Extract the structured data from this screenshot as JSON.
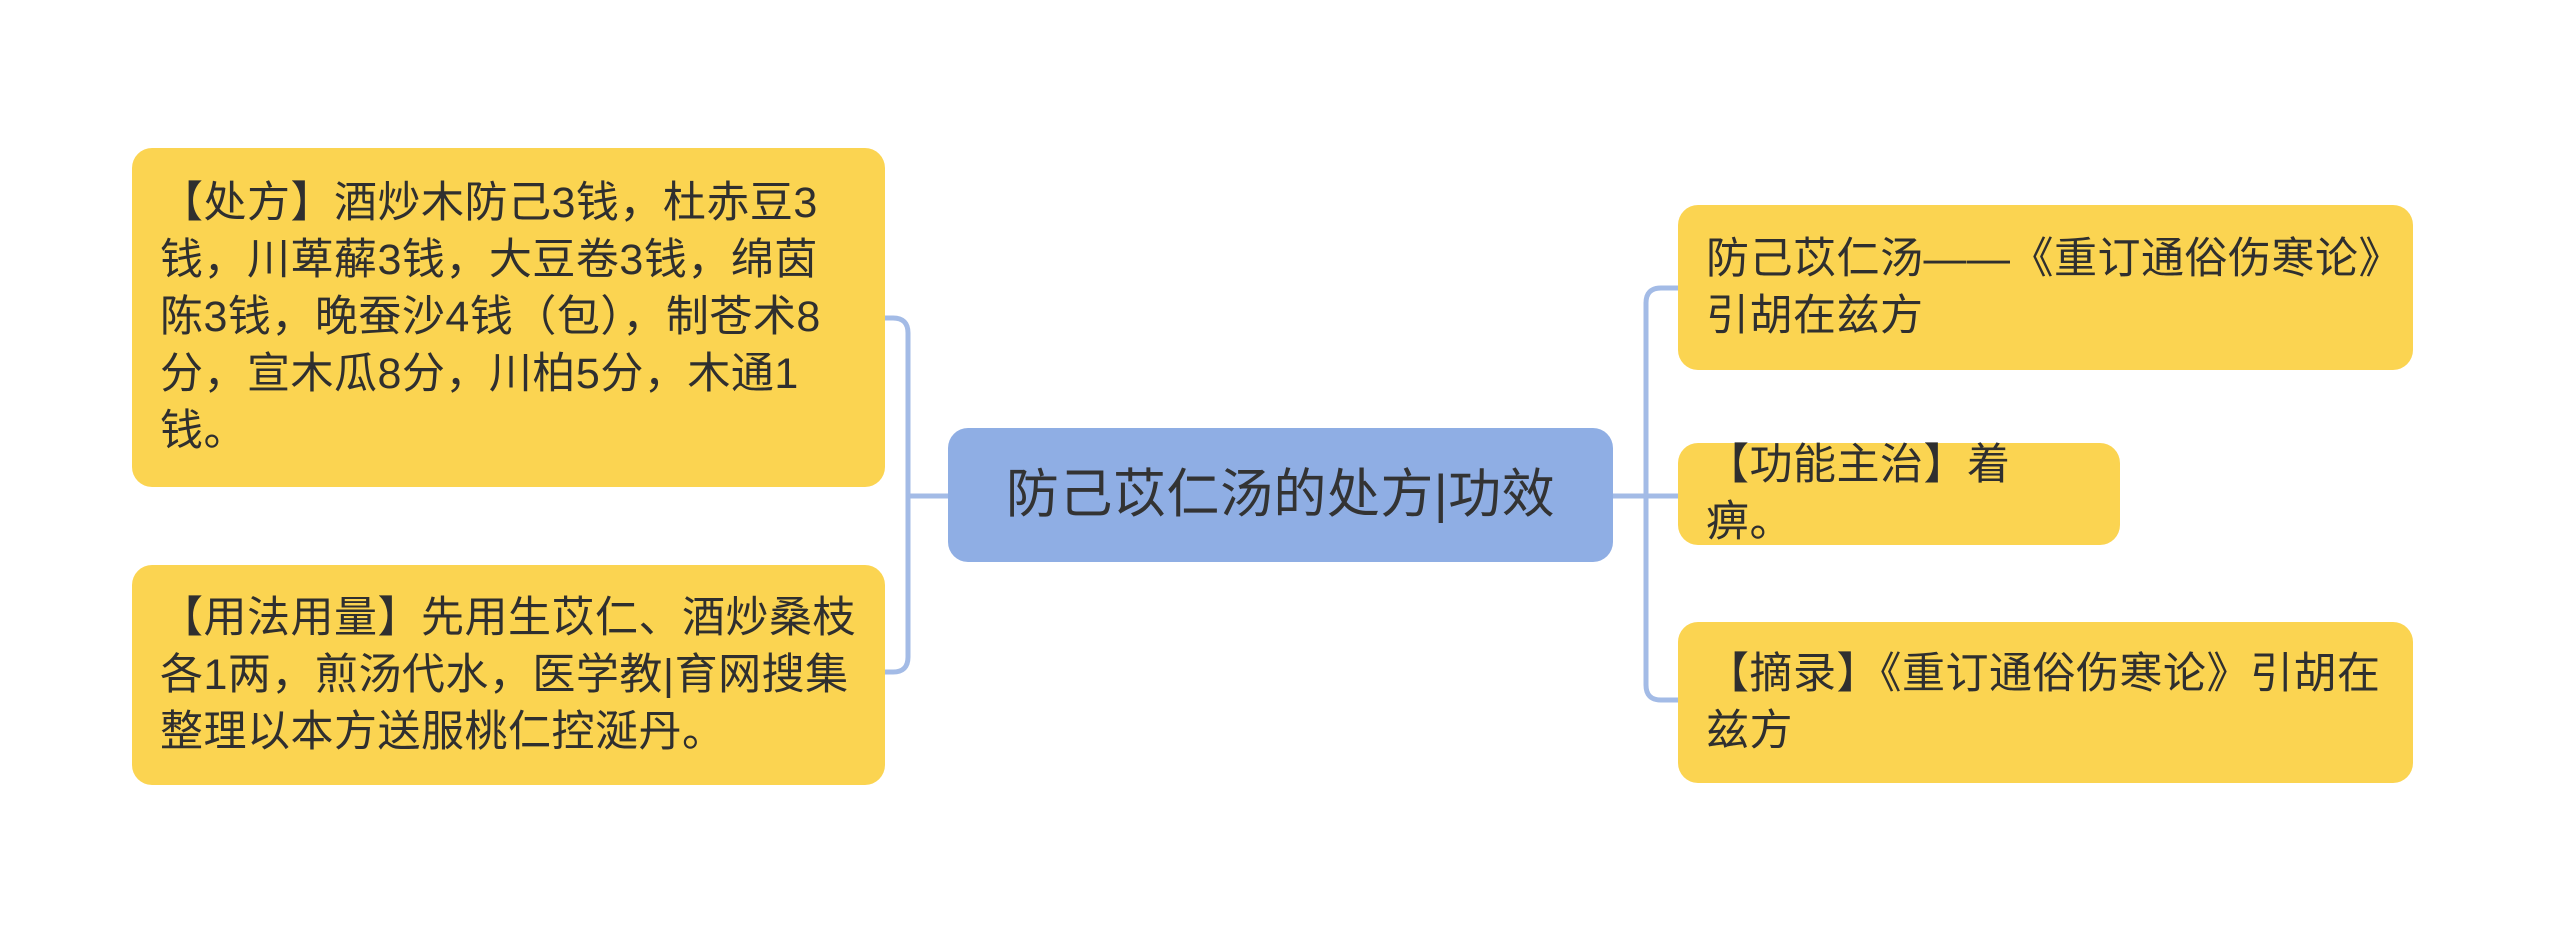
{
  "diagram": {
    "type": "mindmap",
    "root": {
      "label": "防己苡仁汤的处方|功效"
    },
    "left_branch": [
      {
        "id": "prescription",
        "label": "【处方】酒炒木防己3钱，杜赤豆3钱，川萆薢3钱，大豆卷3钱，绵茵陈3钱，晚蚕沙4钱（包），制苍术8分，宣木瓜8分，川柏5分，木通1钱。"
      },
      {
        "id": "usage",
        "label": "【用法用量】先用生苡仁、酒炒桑枝各1两，煎汤代水，医学教|育网搜集整理以本方送服桃仁控涎丹。"
      }
    ],
    "right_branch": [
      {
        "id": "source",
        "label": "防己苡仁汤——《重订通俗伤寒论》引胡在兹方"
      },
      {
        "id": "indication",
        "label": "【功能主治】着痹。"
      },
      {
        "id": "excerpt",
        "label": "【摘录】《重订通俗伤寒论》引胡在兹方"
      }
    ],
    "colors": {
      "background": "#ffffff",
      "branch_node_fill": "#fbd451",
      "root_node_fill": "#8faee4",
      "connector": "#a3bbe6",
      "text": "#2f2f2f"
    }
  }
}
